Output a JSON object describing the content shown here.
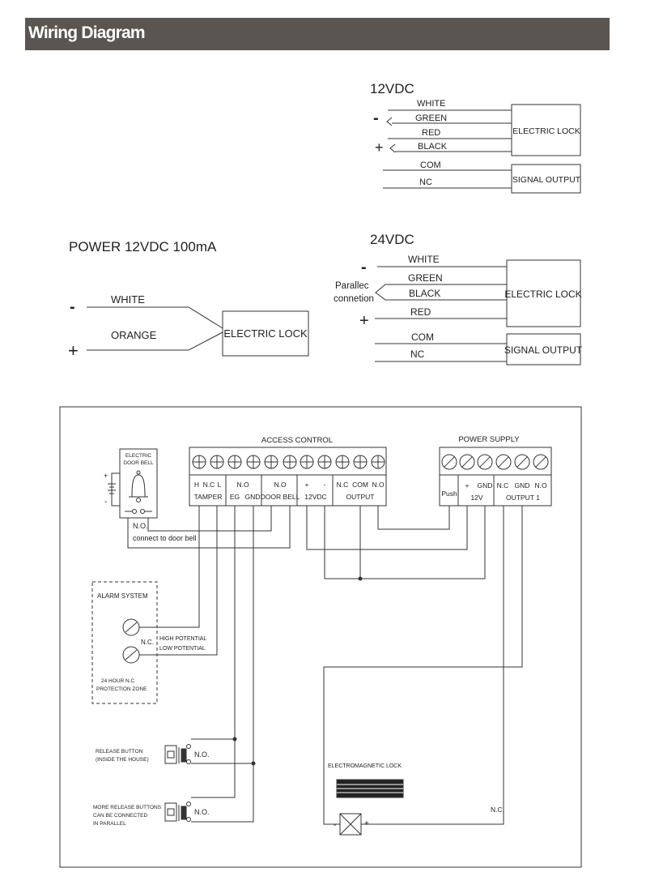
{
  "header": {
    "title": "Wiring Diagram"
  },
  "colors": {
    "header_bg": "#5b5552",
    "header_text": "#ffffff",
    "line": "#333333"
  },
  "lock12": {
    "title": "12VDC",
    "minus": "-",
    "plus": "+",
    "wires": [
      "WHITE",
      "GREEN",
      "RED",
      "BLACK"
    ],
    "signal": [
      "COM",
      "NC"
    ],
    "lock_label": "ELECTRIC LOCK",
    "signal_label": "SIGNAL OUTPUT"
  },
  "power": {
    "title": "POWER 12VDC  100mA",
    "minus": "-",
    "plus": "+",
    "wires": [
      "WHITE",
      "ORANGE"
    ],
    "lock_label": "ELECTRIC LOCK"
  },
  "lock24": {
    "title": "24VDC",
    "minus": "-",
    "plus": "+",
    "parallel_1": "Parallec",
    "parallel_2": "connetion",
    "wires": [
      "WHITE",
      "GREEN",
      "BLACK",
      "RED"
    ],
    "signal": [
      "COM",
      "NC"
    ],
    "lock_label": "ELECTRIC LOCK",
    "signal_label": "SIGNAL OUTPUT"
  },
  "panel": {
    "access_control": "ACCESS CONTROL",
    "power_supply": "POWER SUPPLY",
    "ac_terminals": {
      "row1": [
        "H",
        "N.C",
        "L",
        "N.O",
        "N.O",
        "+",
        "-",
        "N.C",
        "COM",
        "N.O"
      ],
      "row2": [
        "TAMPER",
        "EG",
        "GND",
        "DOOR BELL",
        "12VDC",
        "OUTPUT"
      ]
    },
    "ps_terminals": {
      "row1": [
        "+",
        "GND",
        "N.C",
        "GND",
        "N.O"
      ],
      "row2": [
        "Push",
        "12V",
        "OUTPUT 1"
      ]
    },
    "doorbell": {
      "line1": "ELECTRIC",
      "line2": "DOOR BELL",
      "no": "N.O.",
      "connect": "connect to door bell"
    },
    "alarm": {
      "title": "ALARM SYSTEM",
      "nc": "N.C.",
      "high": "HIGH POTENTIAL",
      "low": "LOW POTENTIAL",
      "zone1": "24 HOUR N.C",
      "zone2": "PROTECTION ZONE"
    },
    "release": {
      "line1": "RELEASE BUTTON",
      "line2": "(INSIDE THE HOUSE)",
      "no": "N.O."
    },
    "more_release": {
      "line1": "MORE RELEASE BUTTONS",
      "line2": "CAN BE CONNECTED",
      "line3": "IN PARALLEL",
      "no": "N.O."
    },
    "emlock": {
      "label": "ELECTROMAGNETIC LOCK",
      "minus": "-",
      "plus": "+",
      "nc": "N.C"
    }
  }
}
